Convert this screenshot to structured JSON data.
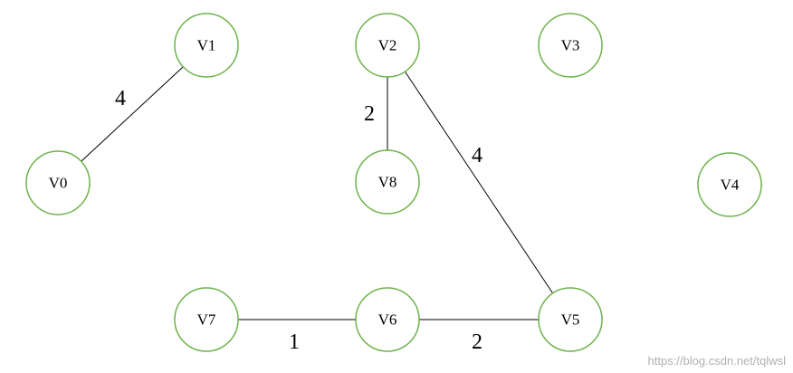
{
  "graph": {
    "node_stroke_color": "#6db24a",
    "edge_color": "#000000",
    "nodes": [
      {
        "id": "V0",
        "label": "V0"
      },
      {
        "id": "V1",
        "label": "V1"
      },
      {
        "id": "V2",
        "label": "V2"
      },
      {
        "id": "V3",
        "label": "V3"
      },
      {
        "id": "V4",
        "label": "V4"
      },
      {
        "id": "V5",
        "label": "V5"
      },
      {
        "id": "V6",
        "label": "V6"
      },
      {
        "id": "V7",
        "label": "V7"
      },
      {
        "id": "V8",
        "label": "V8"
      }
    ],
    "edges": [
      {
        "from": "V0",
        "to": "V1",
        "weight": "4"
      },
      {
        "from": "V2",
        "to": "V8",
        "weight": "2"
      },
      {
        "from": "V2",
        "to": "V5",
        "weight": "4"
      },
      {
        "from": "V7",
        "to": "V6",
        "weight": "1"
      },
      {
        "from": "V6",
        "to": "V5",
        "weight": "2"
      }
    ]
  },
  "watermark": "https://blog.csdn.net/tqlwsl"
}
